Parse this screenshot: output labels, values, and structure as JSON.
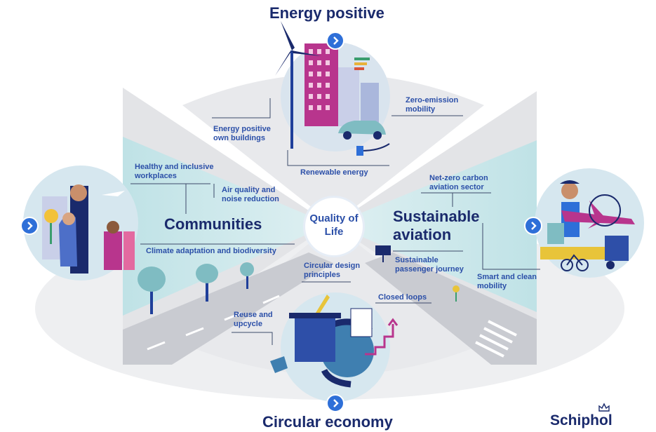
{
  "titles": {
    "energy": "Energy positive",
    "circular": "Circular economy",
    "communities": "Communities",
    "aviation": "Sustainable aviation"
  },
  "center": "Quality of Life",
  "labels": {
    "energy_positive_buildings": "Energy positive own buildings",
    "zero_emission_mobility": "Zero-emission mobility",
    "renewable_energy": "Renewable energy",
    "healthy_workplaces": "Healthy and inclusive workplaces",
    "air_quality": "Air quality and noise reduction",
    "climate_adaptation": "Climate adaptation and biodiversity",
    "net_zero_aviation": "Net-zero carbon aviation sector",
    "sustainable_passenger": "Sustainable passenger journey",
    "smart_mobility": "Smart and clean mobility",
    "circular_design": "Circular design principles",
    "reuse_upcycle": "Reuse and upcycle",
    "closed_loops": "Closed loops"
  },
  "brand": "Schiphol",
  "icons": [
    "chevron-right-icon",
    "crown-icon",
    "wind-turbine-icon",
    "airplane-icon",
    "bicycle-icon",
    "sunflower-icon",
    "puzzle-icon"
  ],
  "colors": {
    "navy": "#1a2a6c",
    "blue": "#2b4fa8",
    "accent": "#2e6fd8",
    "teal": "#b5dbe0",
    "grey": "#e2e3e6",
    "magenta": "#b8358d"
  }
}
